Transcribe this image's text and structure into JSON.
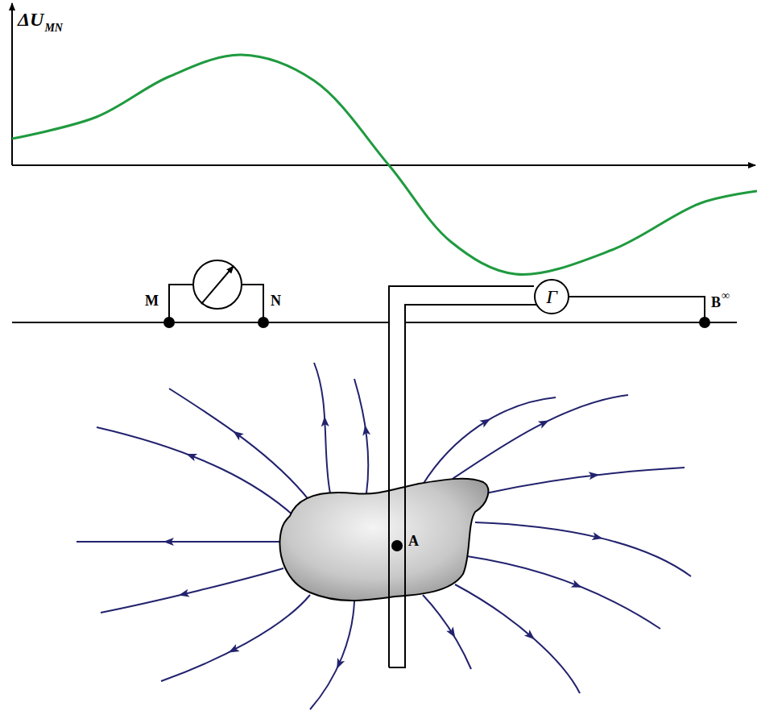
{
  "diagram": {
    "nodes": [
      {
        "text": [
          "Г"
        ]
      }
    ],
    "labels": [
      "ΔU",
      "MN",
      "M",
      "N",
      "B",
      "∞",
      "A"
    ]
  }
}
